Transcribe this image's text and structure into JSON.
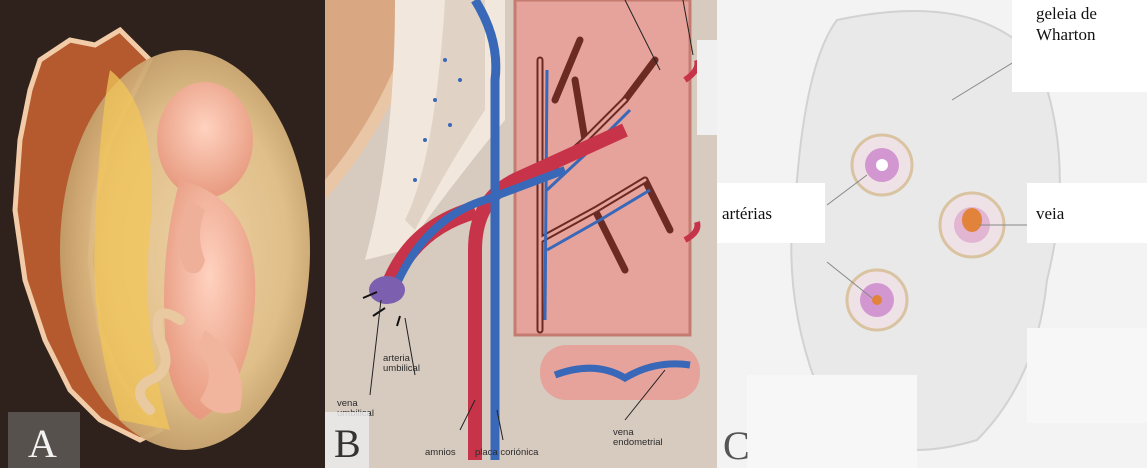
{
  "panels": {
    "a": {
      "letter": "A"
    },
    "b": {
      "letter": "B",
      "labels": {
        "vena_umbilical_1": "vena",
        "vena_umbilical_2": "umbilical",
        "arteria_umbilical_1": "arteria",
        "arteria_umbilical_2": "umbilical",
        "amnios": "amnios",
        "placa_corionica": "placa coriónica",
        "vena_endometrial_1": "vena",
        "vena_endometrial_2": "endometrial"
      }
    },
    "c": {
      "letter": "C",
      "labels": {
        "geleia_1": "geleia de",
        "geleia_2": "Wharton",
        "arterias": "artérias",
        "veia": "veia"
      }
    }
  },
  "colors": {
    "artery": "#c7344a",
    "vein": "#3a68b8",
    "villi_bg": "#e6a39b",
    "amnion": "#f3eadf"
  }
}
